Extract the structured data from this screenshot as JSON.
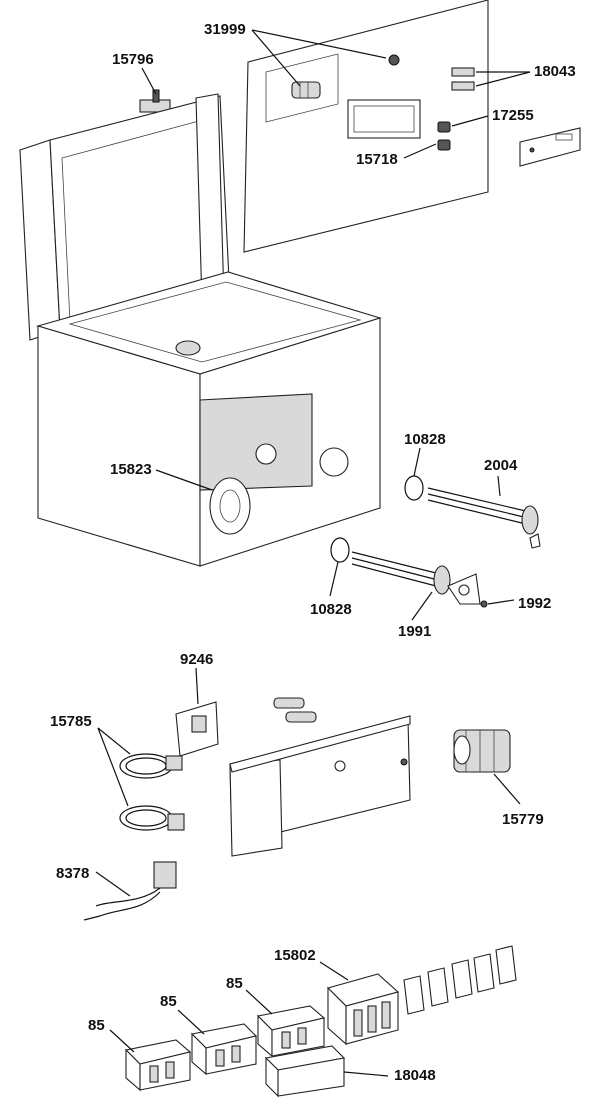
{
  "parts": [
    {
      "id": "p31999",
      "label": "31999"
    },
    {
      "id": "p15796",
      "label": "15796"
    },
    {
      "id": "p18043",
      "label": "18043"
    },
    {
      "id": "p17255",
      "label": "17255"
    },
    {
      "id": "p15718",
      "label": "15718"
    },
    {
      "id": "p10828a",
      "label": "10828"
    },
    {
      "id": "p2004",
      "label": "2004"
    },
    {
      "id": "p15823",
      "label": "15823"
    },
    {
      "id": "p10828b",
      "label": "10828"
    },
    {
      "id": "p1991",
      "label": "1991"
    },
    {
      "id": "p1992",
      "label": "1992"
    },
    {
      "id": "p9246",
      "label": "9246"
    },
    {
      "id": "p15785",
      "label": "15785"
    },
    {
      "id": "p15779",
      "label": "15779"
    },
    {
      "id": "p8378",
      "label": "8378"
    },
    {
      "id": "p15802",
      "label": "15802"
    },
    {
      "id": "p85a",
      "label": "85"
    },
    {
      "id": "p85b",
      "label": "85"
    },
    {
      "id": "p85c",
      "label": "85"
    },
    {
      "id": "p18048",
      "label": "18048"
    }
  ]
}
